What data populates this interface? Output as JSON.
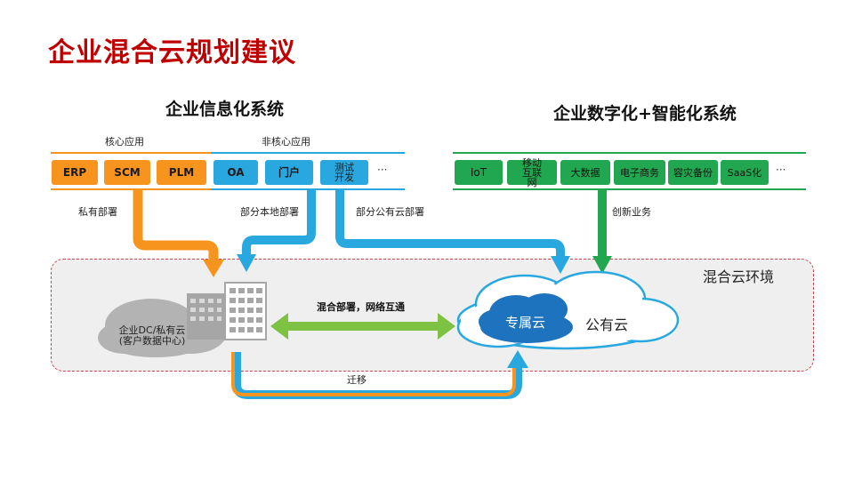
{
  "title": "企业混合云规划建议",
  "left_section": {
    "heading": "企业信息化系统",
    "core_label": "核心应用",
    "noncore_label": "非核心应用",
    "items": [
      "ERP",
      "SCM",
      "PLM",
      "OA",
      "门户",
      "测试开发"
    ],
    "ellipsis": "···",
    "private_label": "私有部署",
    "partial_local_label": "部分本地部署",
    "partial_public_label": "部分公有云部署"
  },
  "right_section": {
    "heading": "企业数字化+智能化系统",
    "items": [
      "IoT",
      "移动互联网",
      "大数据",
      "电子商务",
      "容灾备份",
      "SaaS化"
    ],
    "ellipsis": "···",
    "innovation_label": "创新业务"
  },
  "hybrid": {
    "zone_label": "混合云环境",
    "dc_label_line1": "企业DC/私有云",
    "dc_label_line2": "(客户数据中心)",
    "link_label": "混合部署，网络互通",
    "dedicated_cloud": "专属云",
    "public_cloud": "公有云",
    "migrate_label": "迁移"
  },
  "colors": {
    "title": "#c00000",
    "orange": "#f7941d",
    "blue": "#29a8e0",
    "green": "#21a750",
    "link_green": "#7dc242",
    "zone_border": "#d9424b",
    "cloud_blue": "#1e73be"
  }
}
